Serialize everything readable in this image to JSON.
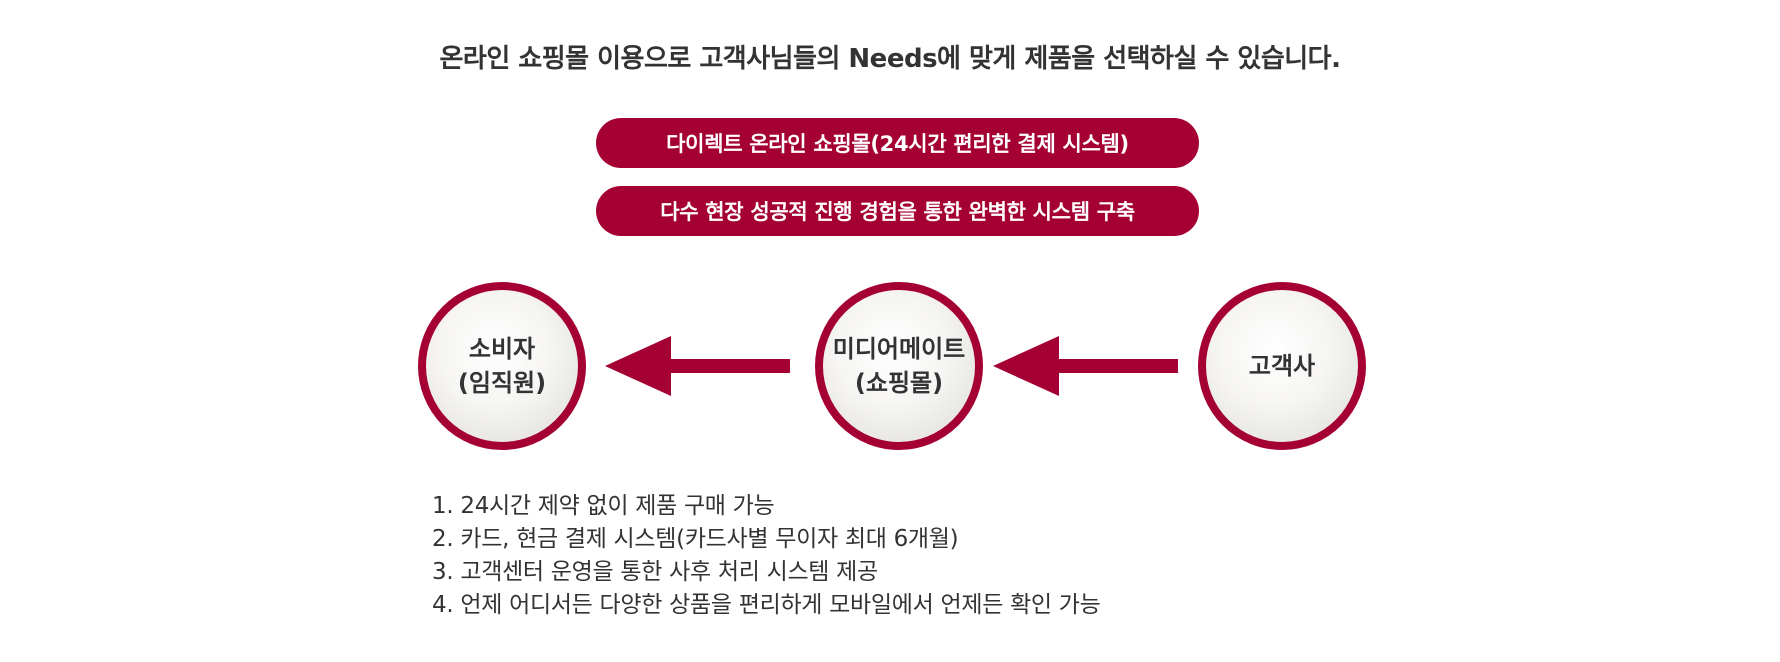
{
  "headline": "온라인 쇼핑몰 이용으로 고객사님들의  Needs에 맞게 제품을 선택하실 수 있습니다.",
  "pills": [
    "다이렉트 온라인 쇼핑몰(24시간 편리한 결제 시스템)",
    "다수 현장 성공적 진행 경험을 통한 완벽한 시스템 구축"
  ],
  "nodes": {
    "consumer": {
      "line1": "소비자",
      "line2": "(임직원)"
    },
    "media": {
      "line1": "미디어메이트",
      "line2": "(쇼핑몰)"
    },
    "client": {
      "line1": "고객사"
    }
  },
  "benefits": [
    "1. 24시간 제약 없이 제품 구매 가능",
    "2. 카드, 현금 결제 시스템(카드사별 무이자 최대 6개월)",
    "3. 고객센터 운영을 통한 사후 처리 시스템 제공",
    "4. 언제 어디서든 다양한 상품을 편리하게 모바일에서 언제든 확인 가능"
  ],
  "colors": {
    "accent": "#a50034",
    "text": "#333333"
  }
}
